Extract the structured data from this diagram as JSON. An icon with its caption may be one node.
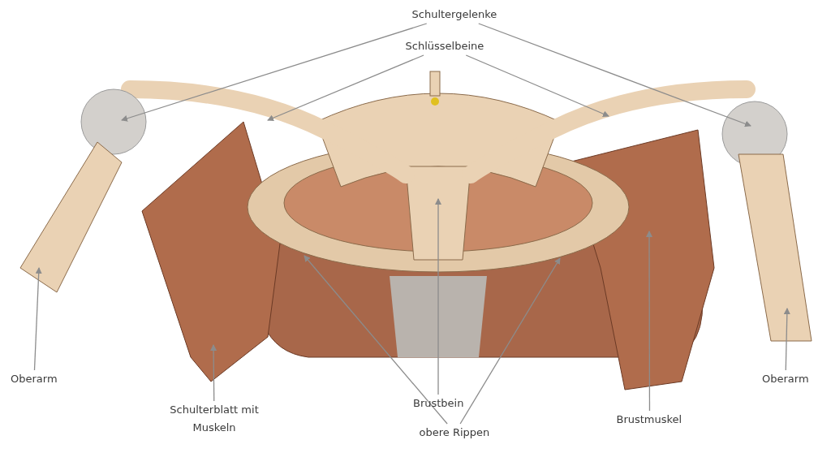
{
  "diagram": {
    "nodes": [
      {
        "text": [
          "Schultergelenke"
        ]
      },
      {
        "text": [
          "Schlüsselbeine"
        ]
      },
      {
        "text": [
          "Oberarm"
        ]
      },
      {
        "text": [
          "Schulterblatt mit Muskeln"
        ]
      },
      {
        "text": [
          "Brustbein"
        ]
      },
      {
        "text": [
          "obere Rippen"
        ]
      },
      {
        "text": [
          "Brustmuskel"
        ]
      },
      {
        "text": [
          "Oberarm"
        ]
      }
    ],
    "edges": [
      {
        "from": 0,
        "to": null,
        "arrow": "to"
      },
      {
        "from": 0,
        "to": null,
        "arrow": "to"
      },
      {
        "from": 1,
        "to": null,
        "arrow": "to"
      },
      {
        "from": 1,
        "to": null,
        "arrow": "to"
      },
      {
        "from": 2,
        "to": null,
        "arrow": "to"
      },
      {
        "from": 3,
        "to": null,
        "arrow": "to"
      },
      {
        "from": 4,
        "to": null,
        "arrow": "to"
      },
      {
        "from": 5,
        "to": null,
        "arrow": "to"
      },
      {
        "from": 5,
        "to": null,
        "arrow": "to"
      },
      {
        "from": 6,
        "to": null,
        "arrow": "to"
      },
      {
        "from": 7,
        "to": null,
        "arrow": "to"
      }
    ]
  }
}
